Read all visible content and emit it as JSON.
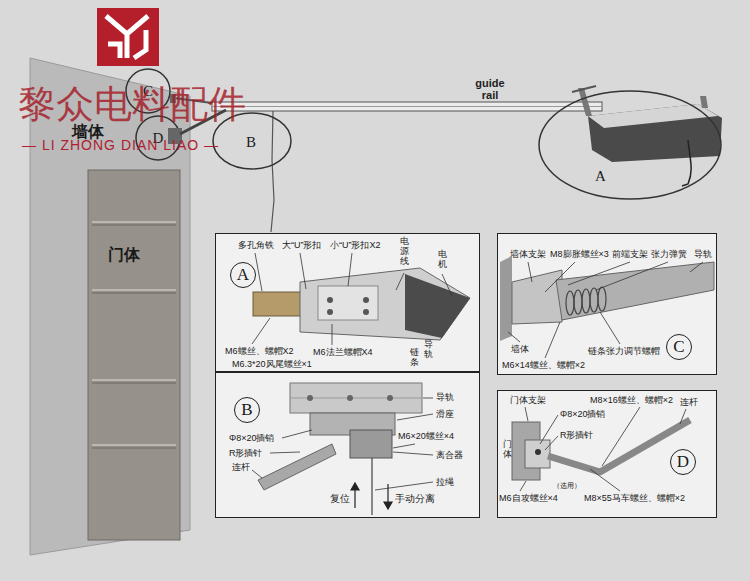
{
  "diagram": {
    "nodes": [
      {
        "text": [
          "墙体"
        ]
      },
      {
        "text": [
          "门体"
        ],
        "in": 0
      },
      {
        "text": [
          "C"
        ]
      },
      {
        "text": [
          "D"
        ]
      },
      {
        "text": [
          "B"
        ]
      },
      {
        "text": [
          "A"
        ]
      },
      {
        "text": [
          "A"
        ]
      },
      {
        "text": [
          "B"
        ]
      },
      {
        "text": [
          "C"
        ]
      },
      {
        "text": [
          "D"
        ]
      }
    ],
    "labels": [
      "黎众电料配件",
      "— LI ZHONG DIAN LIAO —",
      "guide rail",
      "多孔角铁",
      "大“U”形扣",
      "小“U”形扣X2",
      "电源线",
      "电机",
      "M6螺丝、螺帽X2",
      "M6法兰螺帽X4",
      "M6.3*20风尾螺丝×1",
      "导轨",
      "链条",
      "导轨",
      "滑座",
      "Φ8×20插销",
      "M6×20螺丝×4",
      "R形插针",
      "离合器",
      "连杆",
      "拉绳",
      "复位",
      "手动分离",
      "墙体支架",
      "M8膨胀螺丝×3",
      "前端支架",
      "张力弹簧",
      "导轨",
      "墙体",
      "M6×14螺丝、螺帽×2",
      "链条张力调节螺帽",
      "门体支架",
      "M8×16螺丝、螺帽×2",
      "连杆",
      "Φ8×20插销",
      "R形插针",
      "门体",
      "M6自攻螺丝×4",
      "（选用）",
      "M8×55马车螺丝、螺帽×2"
    ]
  }
}
